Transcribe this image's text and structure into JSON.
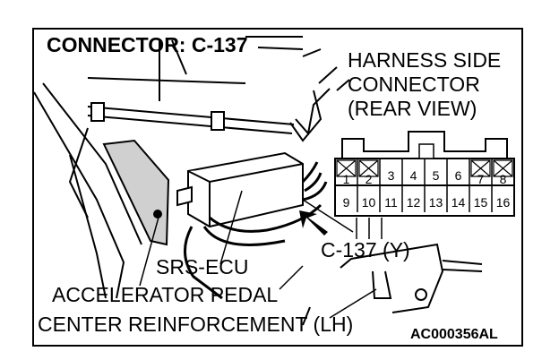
{
  "title": "CONNECTOR: C-137",
  "harness_label": [
    "HARNESS SIDE",
    "CONNECTOR",
    "(REAR VIEW)"
  ],
  "connector_id": "C-137 (Y)",
  "callouts": {
    "srs_ecu": "SRS-ECU",
    "accelerator_pedal": "ACCELERATOR PEDAL",
    "center_reinforcement": "CENTER REINFORCEMENT (LH)"
  },
  "figure_code": "AC000356AL",
  "connector": {
    "top_row_pins": [
      "1",
      "2",
      "3",
      "4",
      "5",
      "6",
      "7",
      "8"
    ],
    "bottom_row_pins": [
      "9",
      "10",
      "11",
      "12",
      "13",
      "14",
      "15",
      "16"
    ],
    "unused_pins": [
      "1",
      "2",
      "7",
      "8"
    ]
  }
}
